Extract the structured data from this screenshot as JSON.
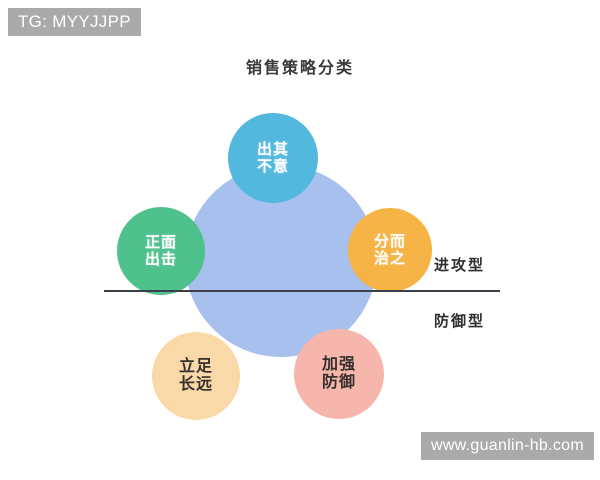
{
  "title": "销售策略分类",
  "watermarks": {
    "top_left": "TG: MYYJJPP",
    "bottom_right": "www.guanlin-hb.com"
  },
  "colors": {
    "core": "#a8c0ee",
    "top": "#53b8de",
    "left": "#4fc18d",
    "right": "#f5b445",
    "bottom_left": "#fad9a8",
    "bottom_right": "#f6b6ac",
    "divider": "#3b3f4a",
    "watermark_bg": "#aaaaaa"
  },
  "nodes": [
    {
      "id": "top",
      "line1": "出其",
      "line2": "不意"
    },
    {
      "id": "left",
      "line1": "正面",
      "line2": "出击"
    },
    {
      "id": "right",
      "line1": "分而",
      "line2": "治之"
    },
    {
      "id": "bottom_left",
      "line1": "立足",
      "line2": "长远"
    },
    {
      "id": "bottom_right",
      "line1": "加强",
      "line2": "防御"
    }
  ],
  "side_labels": {
    "offense": "进攻型",
    "defense": "防御型"
  }
}
